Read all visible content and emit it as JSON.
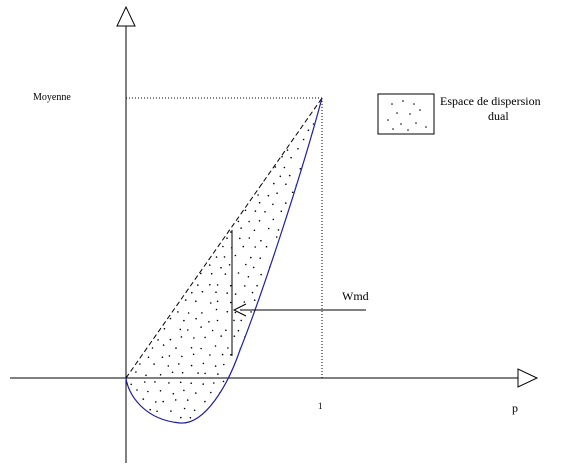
{
  "diagram": {
    "y_label": "Moyenne",
    "x_label": "p",
    "x_tick": "1",
    "legend": {
      "line1": "Espace de dispersion",
      "line2": "dual"
    },
    "annotation": "Wmd",
    "colors": {
      "curve": "#1f1f9e",
      "axis": "#000000",
      "dots": "#000000"
    }
  }
}
